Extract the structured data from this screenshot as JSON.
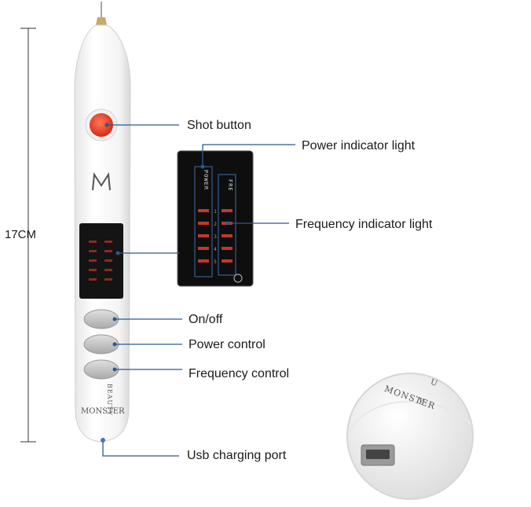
{
  "dimension": {
    "label": "17CM"
  },
  "callouts": [
    {
      "id": "shot",
      "text": "Shot button"
    },
    {
      "id": "power_light",
      "text": "Power indicator light"
    },
    {
      "id": "freq_light",
      "text": "Frequency indicator light"
    },
    {
      "id": "onoff",
      "text": "On/off"
    },
    {
      "id": "power_ctrl",
      "text": "Power control"
    },
    {
      "id": "freq_ctrl",
      "text": "Frequency control"
    },
    {
      "id": "usb",
      "text": "Usb charging port"
    }
  ],
  "panel": {
    "power_text": "POWER",
    "fre_text": "FRE",
    "levels": [
      "1",
      "2",
      "3",
      "4",
      "5"
    ]
  },
  "brand": {
    "name": "MONSTER",
    "beauty": "BEAUTY",
    "closeup_name": "MONSTER",
    "closeup_u": "U",
    "closeup_y": "Y"
  },
  "colors": {
    "shot_button": "#e8351e",
    "callout_line": "#2c5a8a",
    "led_red": "#c0392b",
    "panel_bg": "#111111"
  }
}
